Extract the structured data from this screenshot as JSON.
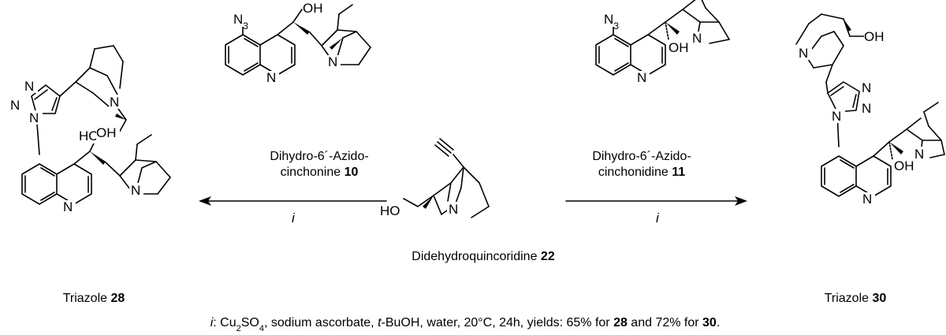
{
  "compounds": {
    "azide_10": {
      "n3": "N",
      "n3_sub": "3",
      "oh": "OH",
      "n_ring": "N",
      "n_quin": "N",
      "caption_line1": "Dihydro-6´-Azido-",
      "caption_line2": "cinchonine ",
      "number": "10"
    },
    "azide_11": {
      "n3": "N",
      "n3_sub": "3",
      "oh": "OH",
      "n_ring": "N",
      "n_quin": "N",
      "caption_line1": "Dihydro-6´-Azido-",
      "caption_line2": "cinchonidine ",
      "number": "11"
    },
    "alkyne_22": {
      "ho": "HO",
      "n_ring": "N",
      "caption": "Didehydroquincoridine ",
      "number": "22"
    },
    "triazole_28": {
      "tri_n1": "N",
      "tri_n2": "N",
      "tri_n3": "N",
      "ho": "HO",
      "oh": "OH",
      "n_top": "N",
      "n_bottom": "N",
      "n_quin": "N",
      "caption": "Triazole ",
      "number": "28"
    },
    "triazole_30": {
      "tri_n1": "N",
      "tri_n2": "N",
      "tri_n3": "N",
      "oh_top": "OH",
      "oh_bottom": "OH",
      "n_top": "N",
      "n_bottom": "N",
      "n_quin": "N",
      "caption": "Triazole ",
      "number": "30"
    }
  },
  "arrows": {
    "left_label": "i",
    "right_label": "i"
  },
  "footnote": {
    "label": "i",
    "p1": ": Cu",
    "sub1": "2",
    "p2": "SO",
    "sub2": "4",
    "p3": ", sodium ascorbate, ",
    "tbuoh": "t",
    "p4": "-BuOH, water, 20°C, 24h, yields: 65% for ",
    "n28": "28",
    "p5": " and 72% for ",
    "n30": "30",
    "p6": "."
  }
}
